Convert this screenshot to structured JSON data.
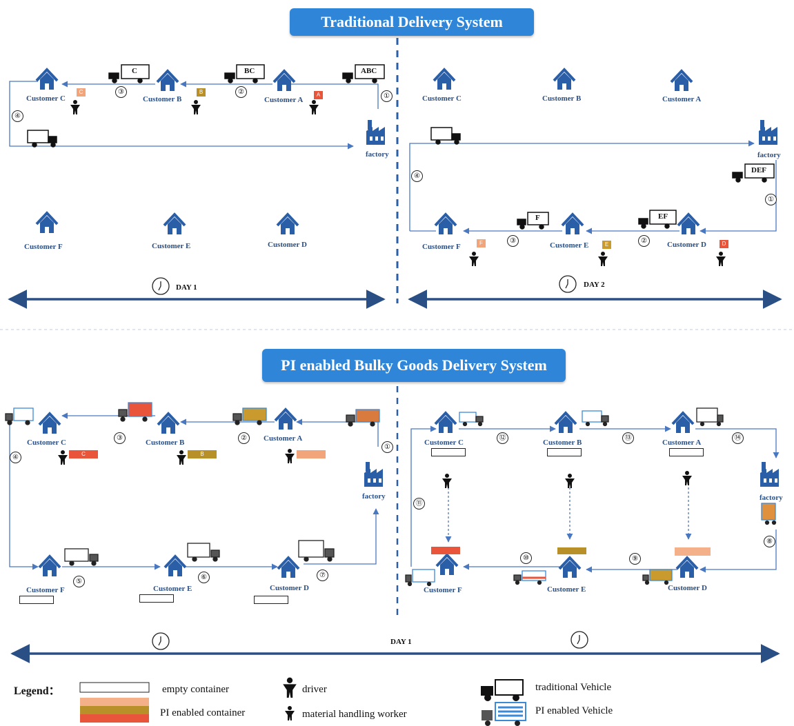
{
  "top": {
    "title": "Traditional Delivery System",
    "left": {
      "customers": [
        "Customer C",
        "Customer B",
        "Customer A",
        "Customer F",
        "Customer E",
        "Customer D"
      ],
      "factory": "factory",
      "truck_loads": [
        "C",
        "BC",
        "ABC"
      ],
      "cargo_tags": [
        "C",
        "B",
        "A"
      ],
      "steps": [
        "③",
        "②",
        "①",
        "④"
      ],
      "day": "DAY 1"
    },
    "right": {
      "customers": [
        "Customer C",
        "Customer B",
        "Customer A",
        "Customer F",
        "Customer E",
        "Customer D"
      ],
      "factory": "factory",
      "truck_loads": [
        "DEF",
        "EF",
        "F"
      ],
      "cargo_tags": [
        "F",
        "E",
        "D"
      ],
      "steps": [
        "④",
        "①",
        "③",
        "②"
      ],
      "day": "DAY 2"
    }
  },
  "bottom": {
    "title": "PI enabled Bulky Goods Delivery System",
    "left": {
      "customers": [
        "Customer C",
        "Customer B",
        "Customer A",
        "Customer F",
        "Customer E",
        "Customer D"
      ],
      "factory": "factory",
      "container_tags": [
        "C",
        "B"
      ],
      "steps": [
        "③",
        "②",
        "①",
        "④",
        "⑤",
        "⑥",
        "⑦"
      ]
    },
    "right": {
      "customers": [
        "Customer C",
        "Customer B",
        "Customer A",
        "Customer F",
        "Customer E",
        "Customer D"
      ],
      "factory": "factory",
      "steps": [
        "⑫",
        "⑬",
        "⑭",
        "⑪",
        "⑧",
        "⑩",
        "⑨"
      ]
    },
    "day": "DAY 1"
  },
  "legend": {
    "title": "Legend：",
    "empty_container": "empty container",
    "pi_container": "PI enabled container",
    "driver": "driver",
    "worker": "material handling worker",
    "traditional_vehicle": "traditional Vehicle",
    "pi_vehicle": "PI enabled Vehicle"
  },
  "colors": {
    "primary": "#2a4f85",
    "banner": "#2f86d8",
    "container_a": "#f2a57a",
    "container_b": "#b8902a",
    "container_c": "#e8553a",
    "divider": "#2a5fa8"
  },
  "icons": [
    "house-icon",
    "factory-icon",
    "truck-icon",
    "pi-truck-icon",
    "clock-icon",
    "driver-icon",
    "worker-icon"
  ]
}
